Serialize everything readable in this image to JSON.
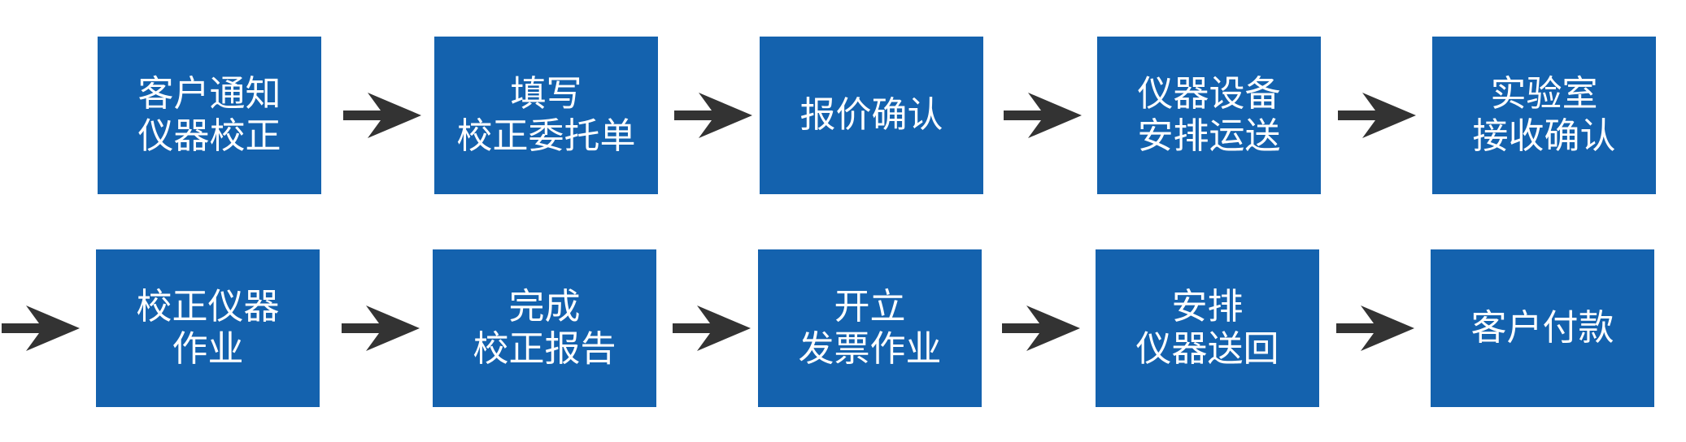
{
  "colors": {
    "box_fill": "#1462ae",
    "box_text": "#ffffff",
    "arrow": "#333333"
  },
  "steps": [
    {
      "lines": [
        "客户通知",
        "仪器校正"
      ]
    },
    {
      "lines": [
        "填写",
        "校正委托单"
      ]
    },
    {
      "lines": [
        "报价确认"
      ]
    },
    {
      "lines": [
        "仪器设备",
        "安排运送"
      ]
    },
    {
      "lines": [
        "实验室",
        "接收确认"
      ]
    },
    {
      "lines": [
        "校正仪器",
        "作业"
      ]
    },
    {
      "lines": [
        "完成",
        "校正报告"
      ]
    },
    {
      "lines": [
        "开立",
        "发票作业"
      ]
    },
    {
      "lines": [
        "安排",
        "仪器送回"
      ]
    },
    {
      "lines": [
        "客户付款"
      ]
    }
  ],
  "arrow_icon": "right-arrow-icon"
}
